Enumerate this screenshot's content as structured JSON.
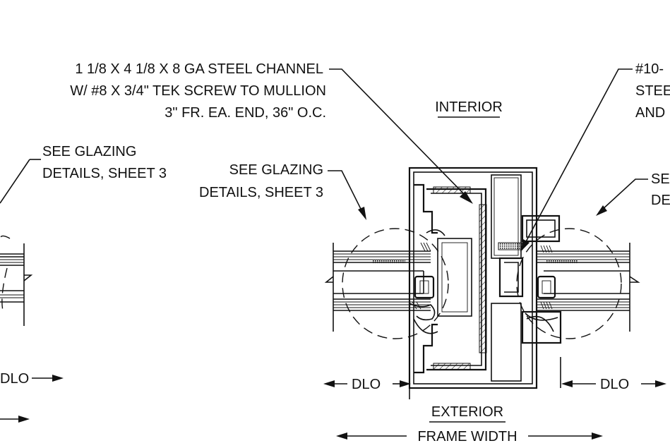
{
  "labels": {
    "channel_line1": "1 1/8 X 4 1/8 X 8 GA STEEL CHANNEL",
    "channel_line2": "W/ #8 X 3/4\" TEK SCREW TO MULLION",
    "channel_line3": "3\" FR. EA. END, 36\" O.C.",
    "interior": "INTERIOR",
    "exterior": "EXTERIOR",
    "frame_width": "FRAME WIDTH",
    "glazing_left_line1": "SEE GLAZING",
    "glazing_left_line2": "DETAILS, SHEET 3",
    "glazing_mid_line1": "SEE GLAZING",
    "glazing_mid_line2": "DETAILS, SHEET 3",
    "glazing_right_line1": "SE",
    "glazing_right_line2": "DE",
    "screw_line1": "#10-",
    "screw_line2": "STEE",
    "screw_line3": "AND",
    "dlo_left_cut": "DLO",
    "dlo_mid": "DLO",
    "dlo_right": "DLO"
  }
}
